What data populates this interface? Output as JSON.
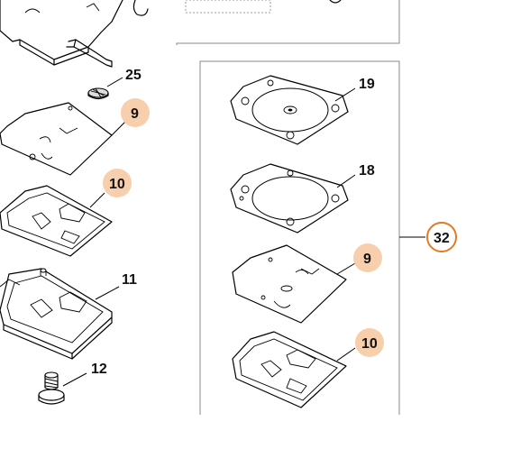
{
  "labels": {
    "n25": "25",
    "n9a": "9",
    "n10a": "10",
    "n11": "11",
    "n12": "12",
    "n19": "19",
    "n18": "18",
    "n32": "32",
    "n9b": "9",
    "n10b": "10"
  },
  "colors": {
    "highlight_badge": "#f8cfad",
    "kit_badge_ring": "#e37a25",
    "frame": "#8a8a8a"
  }
}
